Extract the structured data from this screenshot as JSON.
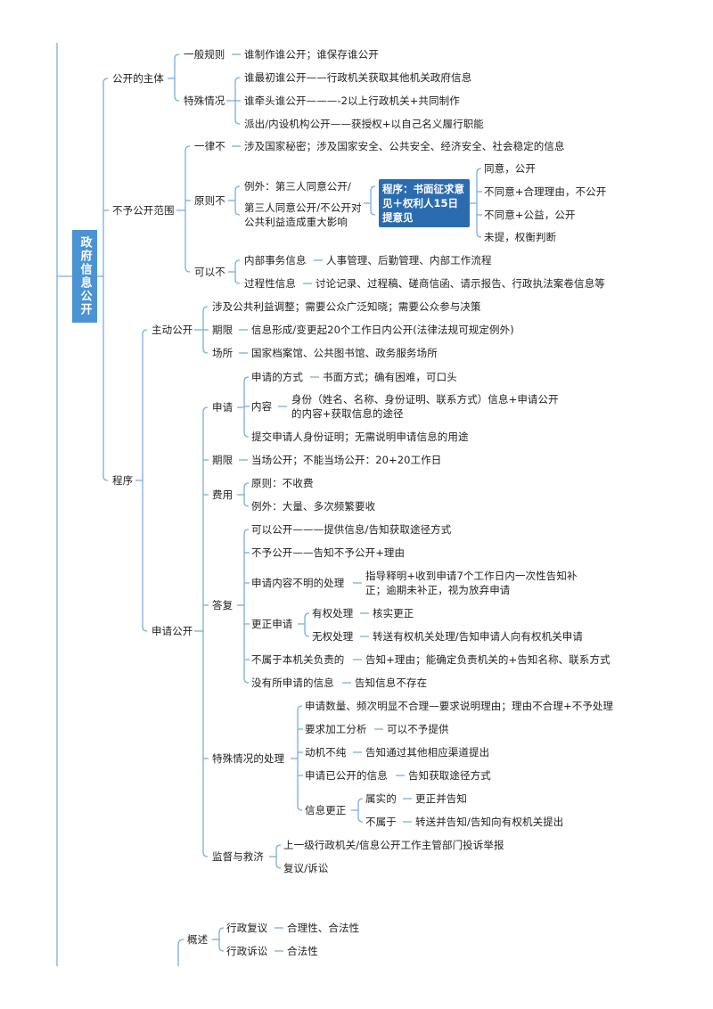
{
  "root": "政府信息公开",
  "subject": {
    "label": "公开的主体",
    "general": {
      "label": "一般规则",
      "rule": "谁制作谁公开；谁保存谁公开"
    },
    "special": {
      "label": "特殊情况",
      "items": [
        "谁最初谁公开——行政机关获取其他机关政府信息",
        "谁牵头谁公开———-2以上行政机关+共同制作",
        "派出/内设机构公开——获授权+以自己名义履行职能"
      ]
    }
  },
  "scope": {
    "label": "不予公开范围",
    "absolute": {
      "label": "一律不",
      "text": "涉及国家秘密；涉及国家安全、公共安全、经济安全、社会稳定的信息"
    },
    "principle": {
      "label": "原则不",
      "exception": "例外：第三人同意公开/",
      "exception2": "第三人同意公开/不公开对公共利益造成重大影响",
      "procedure": "程序：书面征求意见＋权利人15日提意见",
      "outcomes": [
        "同意，公开",
        "不同意+合理理由，不公开",
        "不同意+公益，公开",
        "未提，权衡判断"
      ]
    },
    "may": {
      "label": "可以不",
      "internal_label": "内部事务信息",
      "internal_text": "人事管理、后勤管理、内部工作流程",
      "process_label": "过程性信息",
      "process_text": "讨论记录、过程稿、磋商信函、请示报告、行政执法案卷信息等"
    }
  },
  "procedure": {
    "label": "程序",
    "active": {
      "label": "主动公开",
      "scope": "涉及公共利益调整；需要公众广泛知晓；需要公众参与决策",
      "period_label": "期限",
      "period_text": "信息形成/变更起20个工作日内公开(法律法规可规定例外)",
      "place_label": "场所",
      "place_text": "国家档案馆、公共图书馆、政务服务场所"
    },
    "request": {
      "label": "申请公开",
      "apply": {
        "label": "申请",
        "method_label": "申请的方式",
        "method_text": "书面方式；确有困难，可口头",
        "content_label": "内容",
        "content_text": "身份（姓名、名称、身份证明、联系方式）信息+申请公开的内容+获取信息的途径",
        "proof": "提交申请人身份证明；无需说明申请信息的用途"
      },
      "period": {
        "label": "期限",
        "text": "当场公开；不能当场公开：20+20工作日"
      },
      "fee": {
        "label": "费用",
        "principle": "原则：不收费",
        "exception": "例外：大量、多次频繁要收"
      },
      "reply": {
        "label": "答复",
        "can": "可以公开———提供信息/告知获取途径方式",
        "cannot": "不予公开——告知不予公开+理由",
        "unclear_label": "申请内容不明的处理",
        "unclear_text": "指导释明+收到申请7个工作日内一次性告知补正；逾期未补正，视为放弃申请",
        "correct": {
          "label": "更正申请",
          "auth_label": "有权处理",
          "auth_text": "核实更正",
          "noauth_label": "无权处理",
          "noauth_text": "转送有权机关处理/告知申请人向有权机关申请"
        },
        "notmine_label": "不属于本机关负责的",
        "notmine_text": "告知+理由；能确定负责机关的+告知名称、联系方式",
        "none_label": "没有所申请的信息",
        "none_text": "告知信息不存在"
      },
      "special": {
        "label": "特殊情况的处理",
        "volume": "申请数量、频次明显不合理—要求说明理由；理由不合理+不予处理",
        "process_label": "要求加工分析",
        "process_text": "可以不予提供",
        "motive_label": "动机不纯",
        "motive_text": "告知通过其他相应渠道提出",
        "published_label": "申请已公开的信息",
        "published_text": "告知获取途径方式",
        "update": {
          "label": "信息更正",
          "true_label": "属实的",
          "true_text": "更正并告知",
          "not_label": "不属于",
          "not_text": "转送并告知/告知向有权机关提出"
        }
      },
      "supervision": {
        "label": "监督与救济",
        "complaint": "上一级行政机关/信息公开工作主管部门投诉举报",
        "review": "复议/诉讼"
      }
    }
  },
  "overview": {
    "label": "概述",
    "reconsider_label": "行政复议",
    "reconsider_text": "合理性、合法性",
    "litigation_label": "行政诉讼",
    "litigation_text": "合法性"
  },
  "colors": {
    "line": "#7aaee0",
    "root": "#4a93d4",
    "procedure_box": "#2b6cb0"
  }
}
